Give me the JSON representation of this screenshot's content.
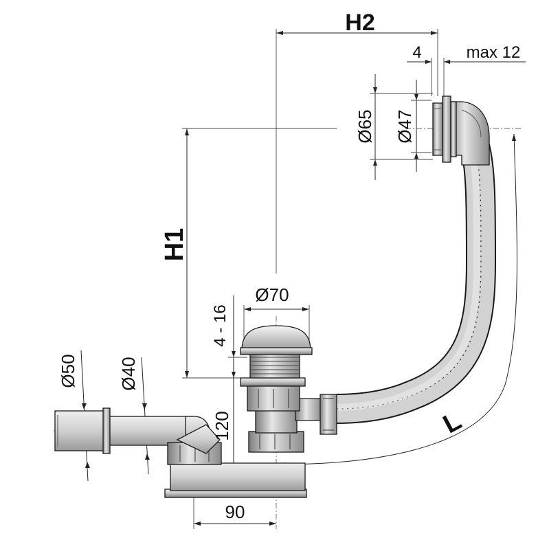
{
  "labels": {
    "h2": "H2",
    "h1": "H1",
    "l": "L",
    "dim_4": "4",
    "dim_max12": "max 12",
    "dia_65": "Ø65",
    "dia_47": "Ø47",
    "dia_70": "Ø70",
    "dim_4_16": "4 - 16",
    "dim_120": "120",
    "dia_50": "Ø50",
    "dia_40": "Ø40",
    "dim_90": "90"
  },
  "colors": {
    "line": "#222222",
    "metal_light": "#d9d9d9",
    "metal_mid": "#a8a8a8",
    "metal_dark": "#6e6e6e"
  }
}
